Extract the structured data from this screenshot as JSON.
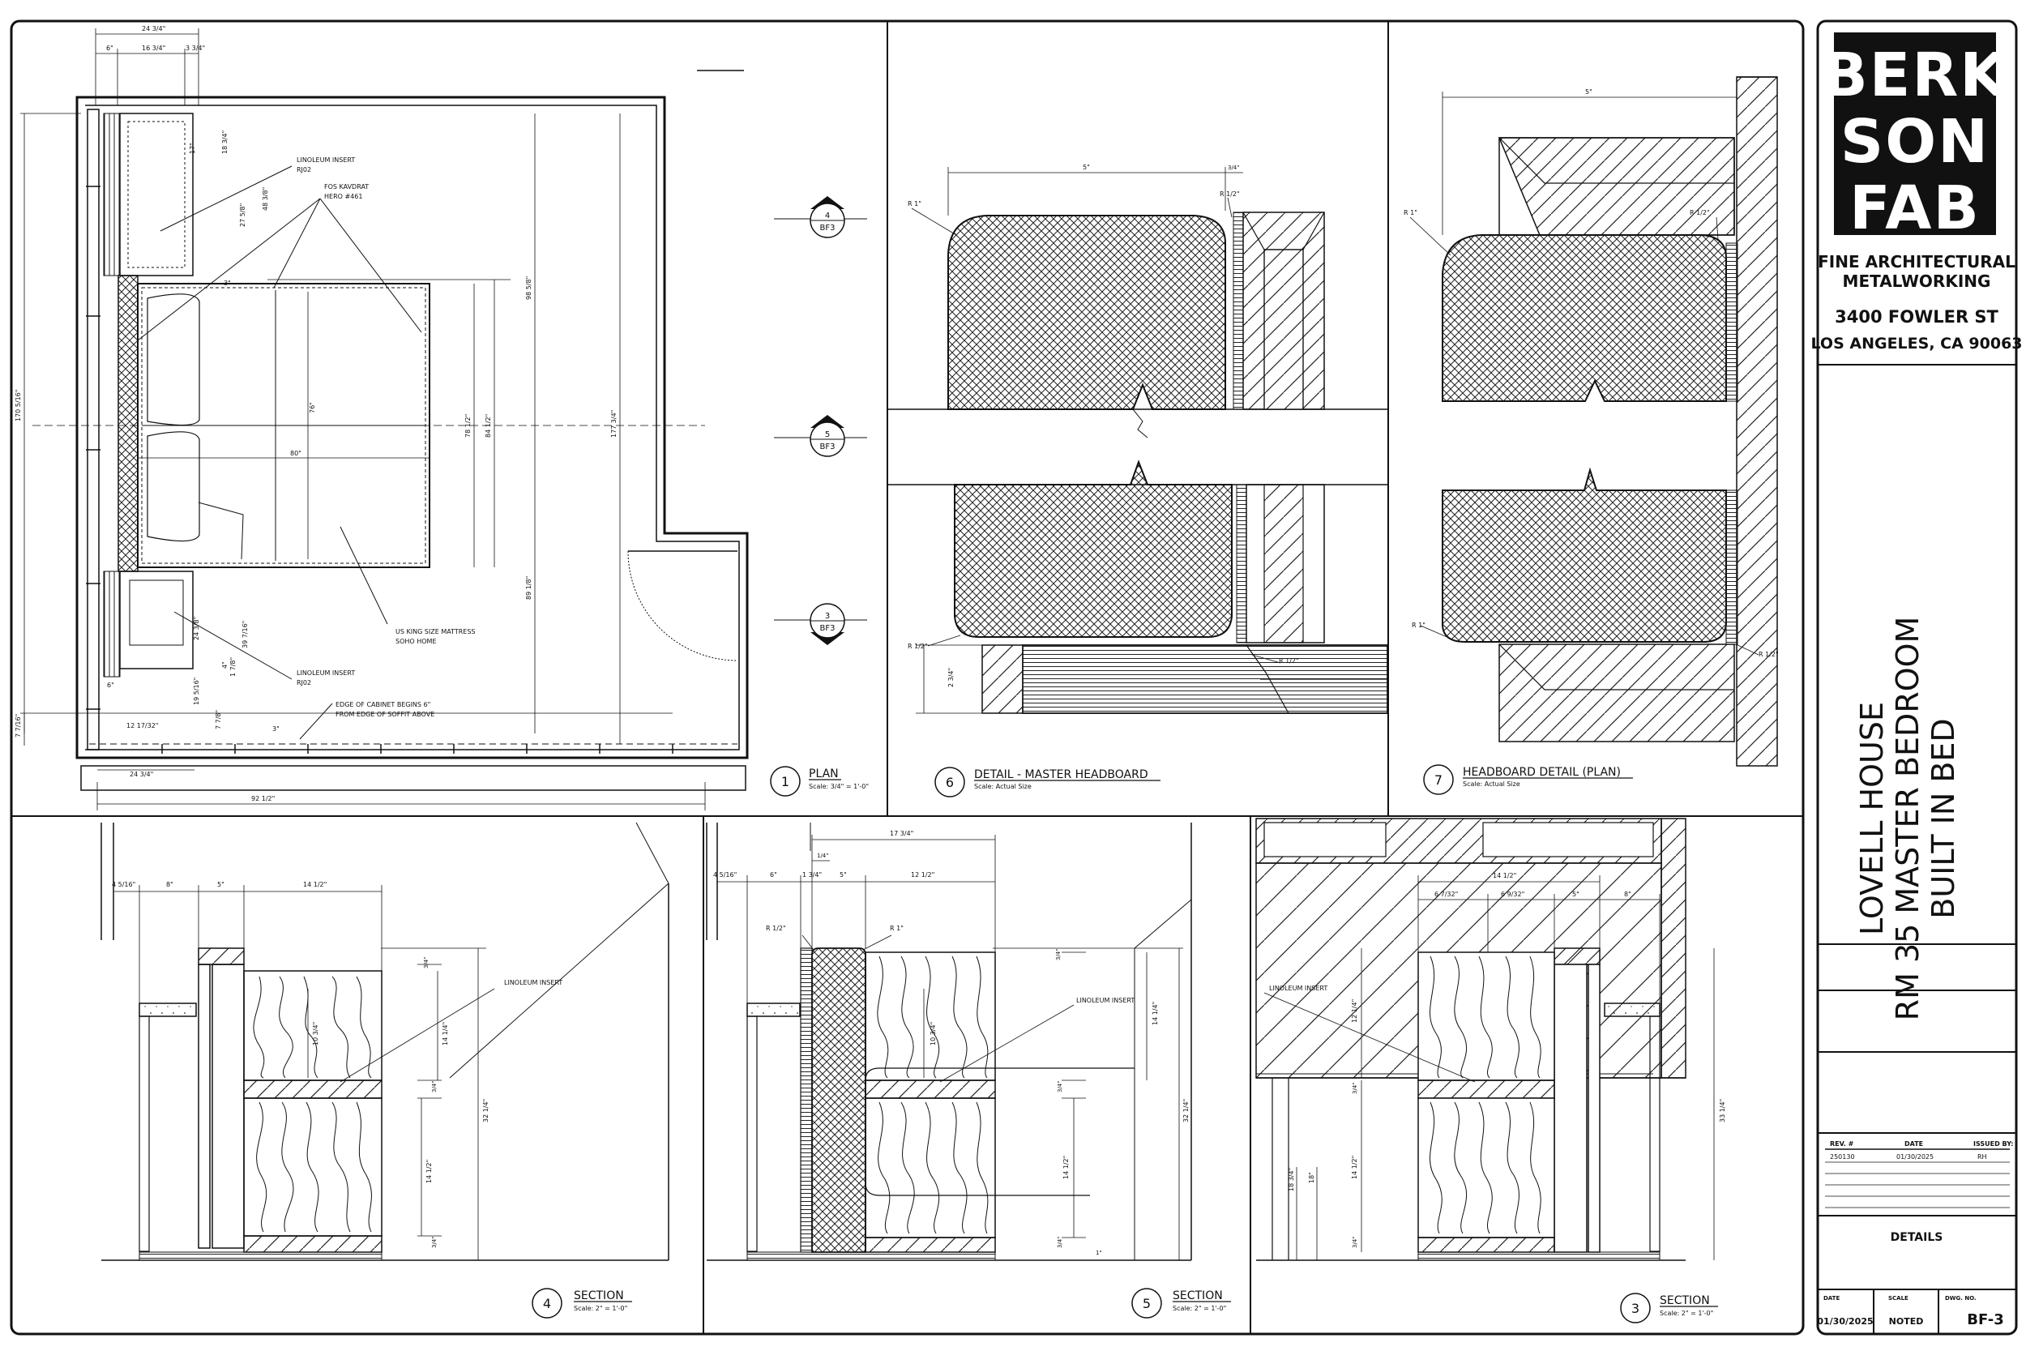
{
  "titleblock": {
    "logo_lines": [
      "BERK",
      "SON",
      "FAB"
    ],
    "company_line1": "FINE ARCHITECTURAL",
    "company_line2": "METALWORKING",
    "address_line1": "3400 FOWLER ST",
    "address_line2": "LOS ANGELES, CA 90063",
    "project_line1": "LOVELL HOUSE",
    "project_line2": "RM 35 MASTER BEDROOM",
    "project_line3": "BUILT IN BED",
    "rev_header_rev": "REV. #",
    "rev_header_date": "DATE",
    "rev_header_issued": "ISSUED BY:",
    "rev_no": "250130",
    "rev_date": "01/30/2025",
    "rev_by": "RH",
    "sheet_title": "DETAILS",
    "date_label": "DATE",
    "date_value": "01/30/2025",
    "scale_label": "SCALE",
    "scale_value": "NOTED",
    "dwg_label": "DWG. NO.",
    "dwg_value": "BF-3"
  },
  "views": {
    "plan": {
      "num": "1",
      "title": "PLAN",
      "scale": "Scale: 3/4\" = 1'-0\""
    },
    "detail6": {
      "num": "6",
      "title": "DETAIL - MASTER HEADBOARD",
      "scale": "Scale: Actual Size"
    },
    "detail7": {
      "num": "7",
      "title": "HEADBOARD DETAIL (PLAN)",
      "scale": "Scale: Actual Size"
    },
    "section4": {
      "num": "4",
      "title": "SECTION",
      "scale": "Scale: 2\" = 1'-0\""
    },
    "section5": {
      "num": "5",
      "title": "SECTION",
      "scale": "Scale: 2\" = 1'-0\""
    },
    "section3": {
      "num": "3",
      "title": "SECTION",
      "scale": "Scale: 2\" = 1'-0\""
    }
  },
  "section_marks": [
    {
      "num": "4",
      "sheet": "BF3"
    },
    {
      "num": "5",
      "sheet": "BF3"
    },
    {
      "num": "3",
      "sheet": "BF3"
    }
  ],
  "plan_notes": {
    "linoleum_top": "LINOLEUM INSERT",
    "linoleum_top_code": "RJ02",
    "fos_line1": "FOS KAVDRAT",
    "fos_line2": "HERO #461",
    "mattress_line1": "US KING SIZE MATTRESS",
    "mattress_line2": "SOHO HOME",
    "linoleum_bot": "LINOLEUM INSERT",
    "linoleum_bot_code": "RJ02",
    "edge_line1": "EDGE OF CABINET BEGINS 6\"",
    "edge_line2": "FROM EDGE OF SOFFIT ABOVE"
  },
  "plan_dims": {
    "top_overall": "24 3/4\"",
    "top_a": "6\"",
    "top_b": "16 3/4\"",
    "top_c": "3 3/4\"",
    "left_overall": "170 5/16\"",
    "left_bottom": "7 7/16\"",
    "v1": "17\"",
    "v2": "18 3/4\"",
    "v3": "48 3/8\"",
    "v4": "27 5/8\"",
    "v5": "3\"",
    "width_80": "80\"",
    "len_76": "76\"",
    "len_781": "78 1/2\"",
    "len_841": "84 1/2\"",
    "len_985": "98 5/8\"",
    "len_1773": "177 3/4\"",
    "len_891": "89 1/8\"",
    "c1": "24 3/8\"",
    "c2": "39 7/16\"",
    "c3": "19 5/16\"",
    "c4": "4\"",
    "c5": "1 7/8\"",
    "c6": "7 7/8\"",
    "c7": "3\"",
    "c8": "6\"",
    "b1": "12 17/32\"",
    "bot_a": "24 3/4\"",
    "bot_overall": "92 1/2\""
  },
  "d6_dims": {
    "w": "5\"",
    "gap": "3/4\"",
    "r1": "R 1\"",
    "rh": "R 1/2\"",
    "rh2": "R 1/2\"",
    "rh3": "R 1/2\"",
    "v": "2 3/4\""
  },
  "d7_dims": {
    "w": "5\"",
    "r1": "R 1\"",
    "rh": "R 1/2\"",
    "r1b": "R 1\"",
    "rh2": "R 1/2\""
  },
  "s4_dims": {
    "d1": "4 5/16\"",
    "d2": "8\"",
    "d3": "5\"",
    "d4": "14 1/2\"",
    "h1": "3/4\"",
    "h2": "14 1/4\"",
    "h3": "3/4\"",
    "h4": "14 1/2\"",
    "h5": "3/4\"",
    "h6": "32 1/4\"",
    "h7": "10 3/4\"",
    "note": "LINOLEUM INSERT"
  },
  "s5_dims": {
    "top": "17 3/4\"",
    "d0": "1/4\"",
    "d1": "4 5/16\"",
    "d2": "6\"",
    "d3": "1 3/4\"",
    "d4": "5\"",
    "d5": "12 1/2\"",
    "r1": "R 1/2\"",
    "r2": "R 1\"",
    "h1": "3/4\"",
    "h2": "14 1/4\"",
    "h3": "3/4\"",
    "h4": "14 1/2\"",
    "h5": "3/4\"",
    "h6": "32 1/4\"",
    "h7": "10 3/4\"",
    "h8": "1\"",
    "note": "LINOLEUM INSERT"
  },
  "s3_dims": {
    "top": "14 1/2\"",
    "d1": "6 7/32\"",
    "d2": "6 9/32\"",
    "d3": "5\"",
    "d4": "8\"",
    "h1": "12 1/4\"",
    "h2": "3/4\"",
    "h3": "14 1/2\"",
    "h4": "3/4\"",
    "h5": "33 1/4\"",
    "h6": "18 3/4\"",
    "h7": "18\"",
    "note": "LINOLEUM INSERT"
  }
}
